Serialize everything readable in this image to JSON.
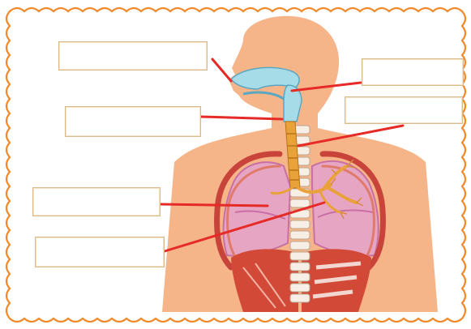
{
  "diagram": {
    "subject": "respiratory-system",
    "colors": {
      "frame": "#f08a2c",
      "skin": "#f6b489",
      "airway": "#a6dbe8",
      "trachea": "#e9a23a",
      "lung": "#e7a5c4",
      "lung_dark": "#c86fa3",
      "rib": "#c8443a",
      "spine": "#f7efe6",
      "diaphragm": "#d24a37",
      "pointer": "#e52a27",
      "box_border": "#d9b98a"
    },
    "labels": [
      {
        "id": "nose",
        "text": ""
      },
      {
        "id": "throat",
        "text": ""
      },
      {
        "id": "trachea",
        "text": ""
      },
      {
        "id": "bronchi",
        "text": ""
      },
      {
        "id": "lungs",
        "text": ""
      },
      {
        "id": "diaphragm",
        "text": ""
      }
    ]
  }
}
